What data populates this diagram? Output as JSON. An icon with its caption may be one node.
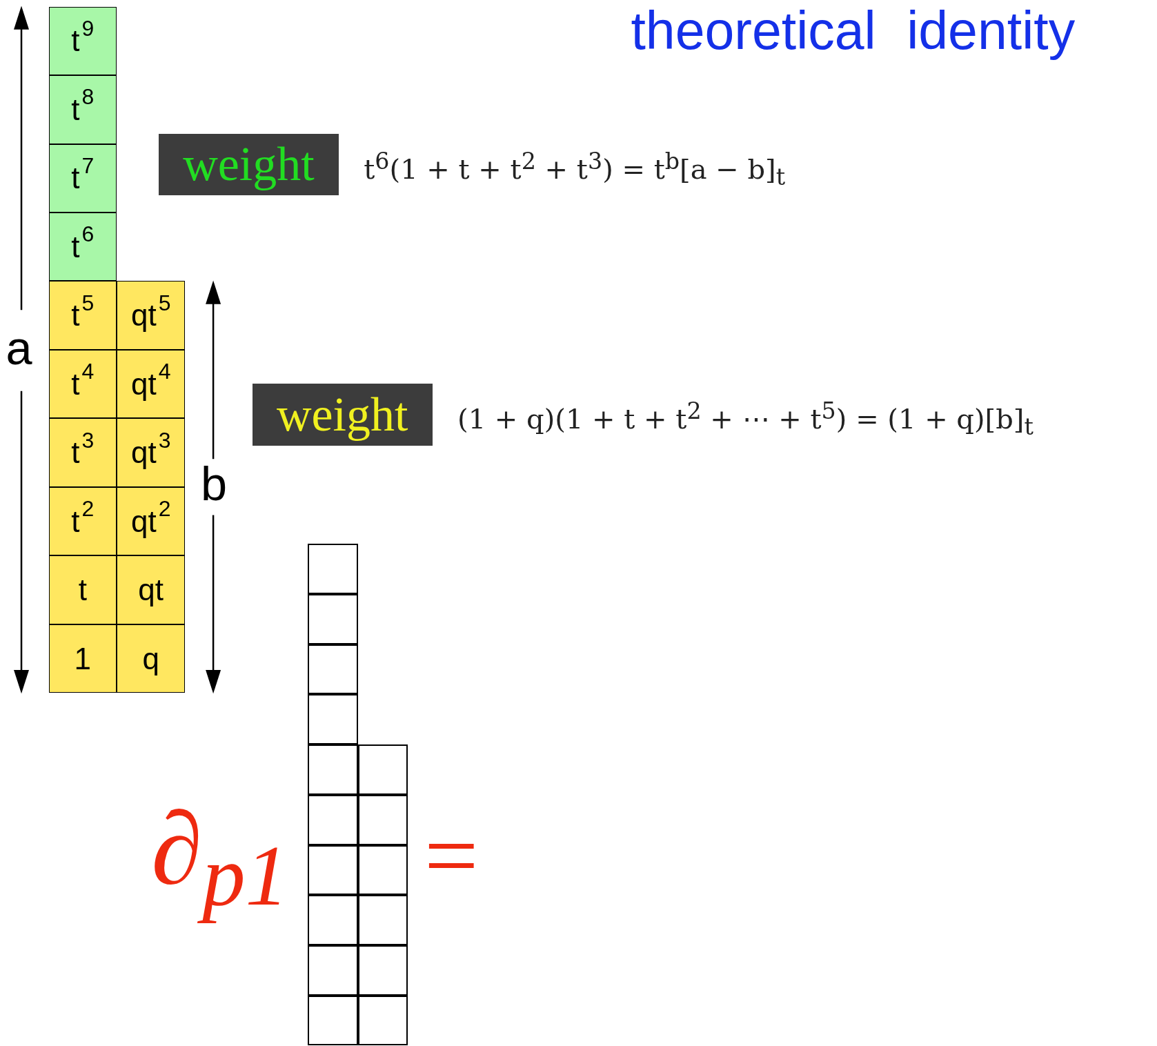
{
  "diagram": {
    "title": "theoretical identity",
    "nodes": [
      {
        "text": [
          "t$^{9}$"
        ]
      },
      {
        "text": [
          "t$^{8}$"
        ]
      },
      {
        "text": [
          "t$^{7}$"
        ]
      },
      {
        "text": [
          "t$^{6}$"
        ]
      },
      {
        "text": [
          "t$^{5}$"
        ]
      },
      {
        "text": [
          "qt$^{5}$"
        ]
      },
      {
        "text": [
          "t$^{4}$"
        ]
      },
      {
        "text": [
          "qt$^{4}$"
        ]
      },
      {
        "text": [
          "t$^{3}$"
        ]
      },
      {
        "text": [
          "qt$^{3}$"
        ]
      },
      {
        "text": [
          "t$^{2}$"
        ]
      },
      {
        "text": [
          "qt$^{2}$"
        ]
      },
      {
        "text": [
          "t"
        ]
      },
      {
        "text": [
          "qt"
        ]
      },
      {
        "text": [
          "1"
        ]
      },
      {
        "text": [
          "q"
        ]
      },
      {
        "text": [
          "weight"
        ],
        "beside": [
          "t$^{6}$(1 + t + t$^{2}$ + t$^{3}$) = t$^{b}$[a − b]$_{t}$"
        ]
      },
      {
        "text": [
          "weight"
        ],
        "beside": [
          "(1 + q)(1 + t + t$^{2}$ + ⋯ + t$^{5}$) = (1 + q)[b]$_{t}$"
        ]
      },
      {
        "text": [],
        "shape": "box"
      },
      {
        "text": [],
        "shape": "box"
      },
      {
        "text": [],
        "shape": "box"
      },
      {
        "text": [],
        "shape": "box"
      },
      {
        "text": [],
        "shape": "box"
      },
      {
        "text": [],
        "shape": "box"
      },
      {
        "text": [],
        "shape": "box"
      },
      {
        "text": [],
        "shape": "box"
      },
      {
        "text": [],
        "shape": "box"
      },
      {
        "text": [],
        "shape": "box"
      },
      {
        "text": [],
        "shape": "box"
      },
      {
        "text": [],
        "shape": "box"
      },
      {
        "text": [],
        "shape": "box"
      },
      {
        "text": [],
        "shape": "box"
      },
      {
        "text": [],
        "shape": "box"
      },
      {
        "text": [],
        "shape": "box"
      }
    ],
    "labels": [
      "a",
      "b",
      "∂$_{p1}$",
      "="
    ]
  }
}
